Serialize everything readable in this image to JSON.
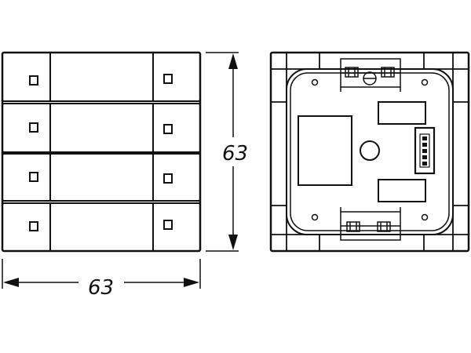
{
  "dimensions": {
    "width_label": "63",
    "height_label": "63"
  },
  "front_view": {
    "rows": 4,
    "indicators_per_row": 2
  },
  "back_view": {
    "terminal_blocks": 2,
    "connector_pins": 5
  },
  "colors": {
    "line": "#111111",
    "background": "#ffffff"
  }
}
